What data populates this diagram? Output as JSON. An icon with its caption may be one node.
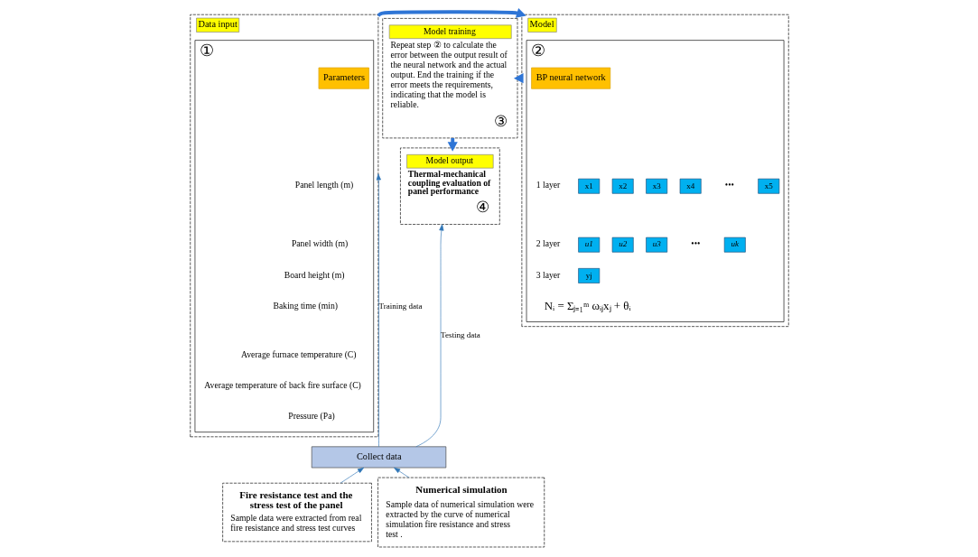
{
  "diagram": {
    "nodes": [
      {
        "text": [
          "Data input"
        ]
      },
      {
        "text": [
          "①"
        ],
        "in": 0
      },
      {
        "text": [
          "Parameters"
        ],
        "in": 1
      },
      {
        "text": [
          "Model"
        ]
      },
      {
        "text": [
          "②"
        ],
        "in": 3
      },
      {
        "text": [
          "BP neural network"
        ],
        "in": 4
      },
      {
        "text": [
          "x1"
        ],
        "in": 4
      },
      {
        "text": [
          "x2"
        ],
        "in": 4
      },
      {
        "text": [
          "x3"
        ],
        "in": 4
      },
      {
        "text": [
          "x4"
        ],
        "in": 4
      },
      {
        "text": [
          "x5"
        ],
        "in": 4
      },
      {
        "text": [
          "u1"
        ],
        "in": 4
      },
      {
        "text": [
          "u2"
        ],
        "in": 4
      },
      {
        "text": [
          "u3"
        ],
        "in": 4
      },
      {
        "text": [
          "uk"
        ],
        "in": 4
      },
      {
        "text": [
          "yj"
        ],
        "in": 4
      },
      {
        "text": [
          "Model training",
          "Repeat step ② to calculate the error between the output result of the neural network and the actual output. End the training if the error meets the requirements, indicating that the model is reliable.",
          "③"
        ]
      },
      {
        "text": [
          "Model output",
          "Thermal-mechanical coupling evaluation of panel performance",
          "④"
        ]
      },
      {
        "text": [
          "Collect data"
        ]
      },
      {
        "text": [
          "Fire resistance test and the stress test of the panel",
          "Sample data were extracted from real fire resistance and stress test curves"
        ]
      },
      {
        "text": [
          "Numerical simulation",
          "Sample data of numerical simulation were extracted by the curve of numerical simulation fire resistance and stress test ."
        ]
      }
    ],
    "edges": [
      {
        "from": 0,
        "to": 3,
        "arrow": "to",
        "style": "thick"
      },
      {
        "from": 3,
        "to": 16,
        "arrow": "to",
        "style": "thick"
      },
      {
        "from": 16,
        "to": 17,
        "arrow": "to",
        "style": "thick"
      },
      {
        "from": 18,
        "to": 0,
        "arrow": "to",
        "label": "Training data"
      },
      {
        "from": 18,
        "to": 17,
        "arrow": "to",
        "label": "Testing data"
      },
      {
        "from": 19,
        "to": 18,
        "arrow": "to"
      },
      {
        "from": 20,
        "to": 18,
        "arrow": "to"
      }
    ],
    "labels": [
      "Panel length (m)",
      "Panel width (m)",
      "Board height (m)",
      "Baking time (min)",
      "Average furnace temperature (C)",
      "Average temperature of back fire surface (C)",
      "Pressure (Pa)",
      "1 layer",
      "•••",
      "2 layer",
      "•••",
      "3 layer",
      "Nᵢ = Σⱼ₌₁ᵐ ωᵢⱼxⱼ + θᵢ"
    ]
  }
}
